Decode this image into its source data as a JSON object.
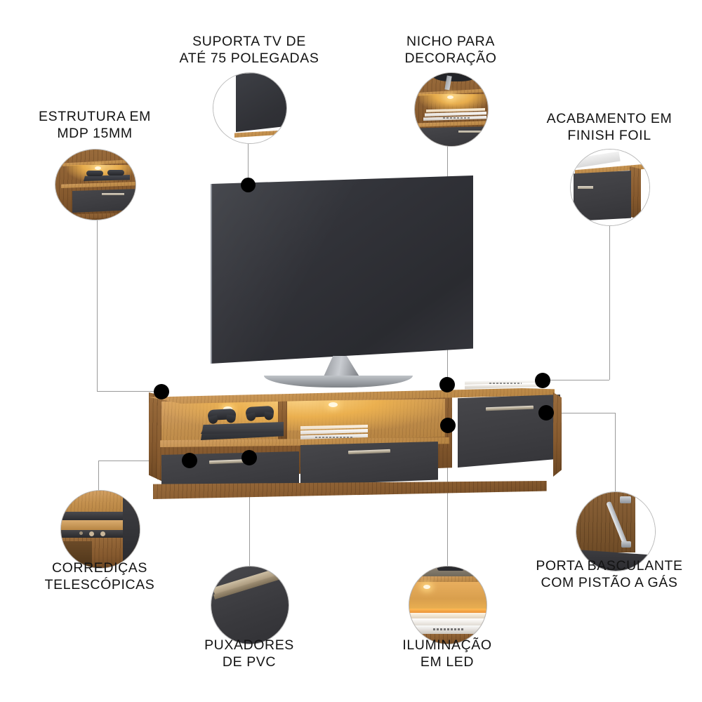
{
  "page": {
    "kind": "product-feature-infographic",
    "product": "painel/rack para TV",
    "background_color": "#ffffff",
    "text_color": "#131313",
    "connector_color": "#9a9a9a",
    "dot_color": "#000000",
    "wood_color": "#c4914f",
    "panel_color": "#3d3d41",
    "led_color": "#f0b44f",
    "handle_color": "#b2a893"
  },
  "features": [
    {
      "id": "estrutura",
      "label": "ESTRUTURA EM\nMDP 15MM",
      "bubble": "rack-corner-with-console",
      "position": "top-left"
    },
    {
      "id": "suporta-tv",
      "label": "SUPORTA TV DE\nATÉ 75 POLEGADAS",
      "bubble": "tv-corner-on-top",
      "position": "top-center-left"
    },
    {
      "id": "nicho",
      "label": "NICHO PARA\nDECORAÇÃO",
      "bubble": "lit-niche-with-books",
      "position": "top-center-right"
    },
    {
      "id": "acabamento",
      "label": "ACABAMENTO EM\nFINISH FOIL",
      "bubble": "door-edge-finish",
      "position": "top-right"
    },
    {
      "id": "correedicas",
      "label": "CORREDIÇAS\nTELESCÓPICAS",
      "bubble": "telescopic-slide-rail",
      "position": "bottom-left"
    },
    {
      "id": "puxadores",
      "label": "PUXADORES\nDE PVC",
      "bubble": "pvc-handle-on-grey",
      "position": "bottom-center-left"
    },
    {
      "id": "iluminacao",
      "label": "ILUMINAÇÃO\nEM LED",
      "bubble": "led-glow-shelf",
      "position": "bottom-center-right"
    },
    {
      "id": "porta-basculante",
      "label": "PORTA BASCULANTE\nCOM PISTÃO A GÁS",
      "bubble": "gas-piston-hinge",
      "position": "bottom-right"
    }
  ]
}
